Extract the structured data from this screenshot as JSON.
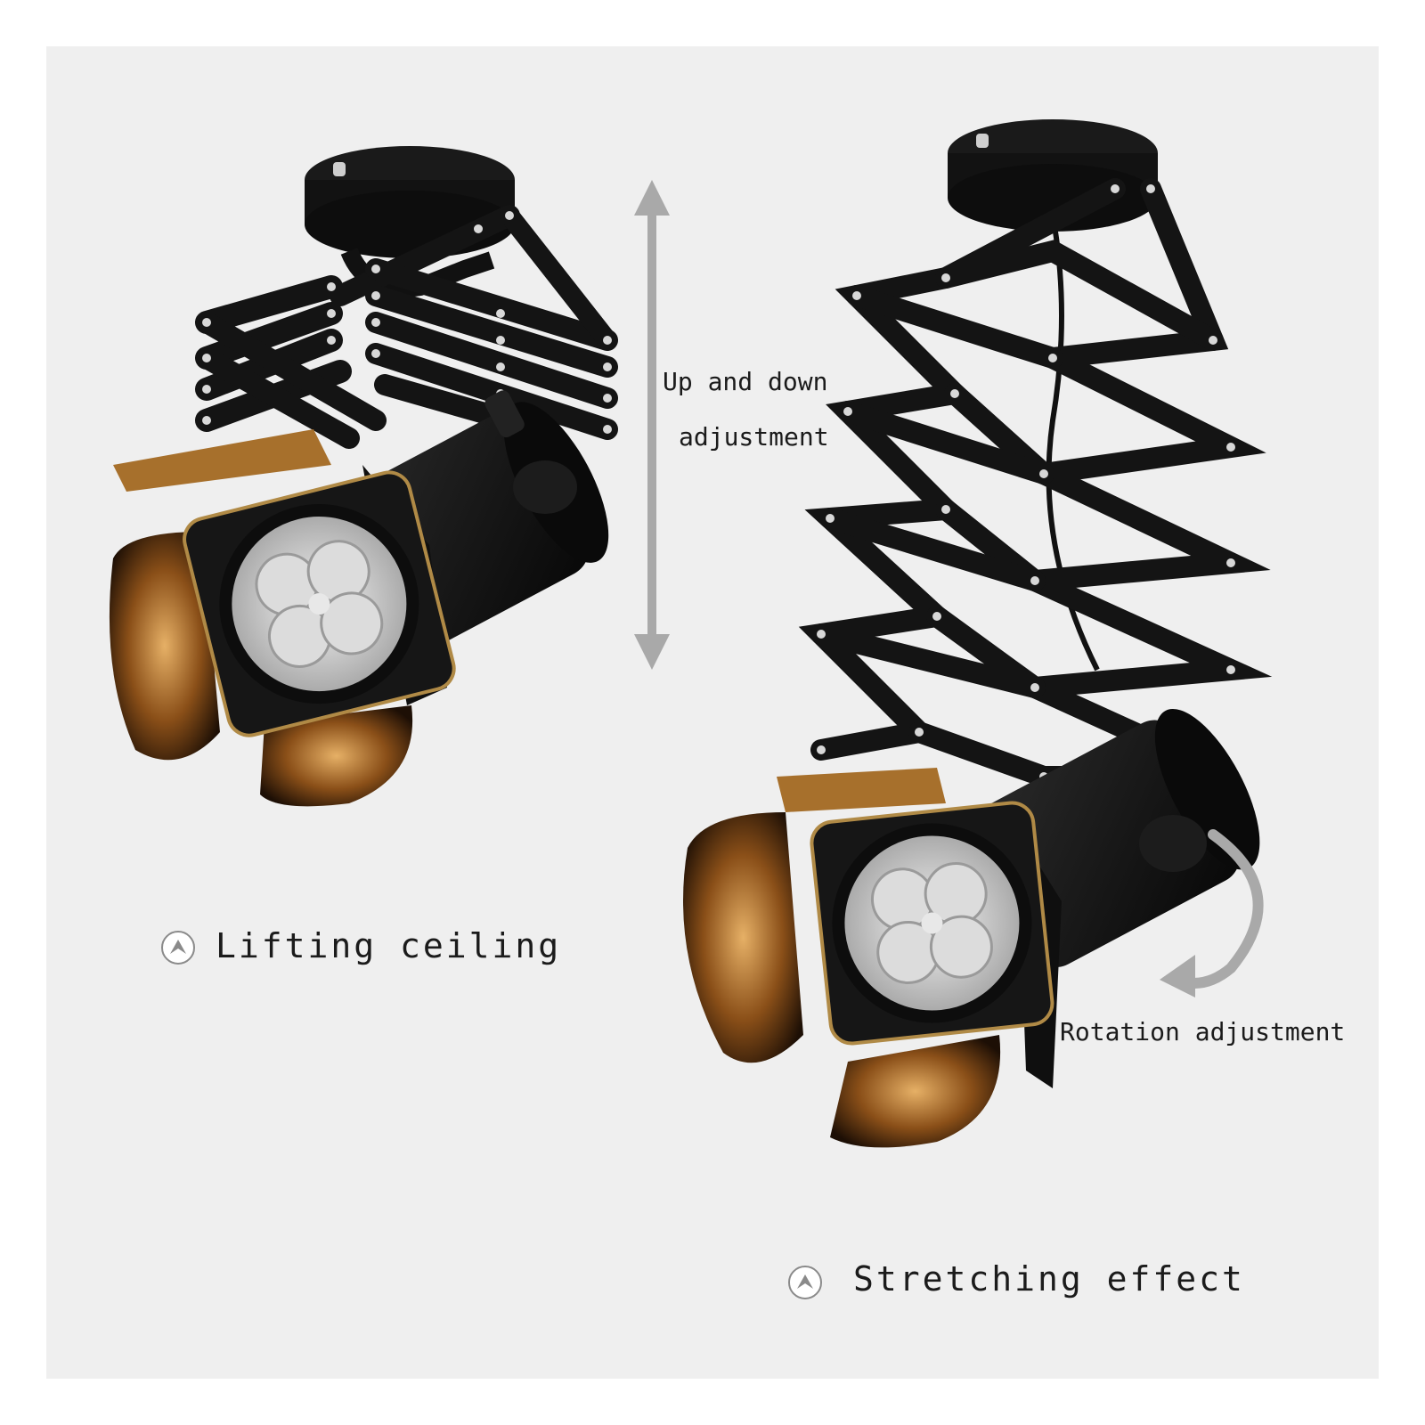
{
  "labels": {
    "up_down_line1": "Up and down",
    "up_down_line2": "adjustment",
    "lifting": "Lifting ceiling",
    "rotation": "Rotation adjustment",
    "stretching": "Stretching effect"
  },
  "icons": {
    "lifting_badge": "a-circle-icon",
    "stretching_badge": "a-circle-icon",
    "vertical_arrow": "double-arrow-icon",
    "rotation_arrow": "curved-arrow-icon"
  },
  "colors": {
    "background": "#efefef",
    "metal": "#151515",
    "barn_door": "#b5741f",
    "arrow": "#a9a9a9"
  }
}
